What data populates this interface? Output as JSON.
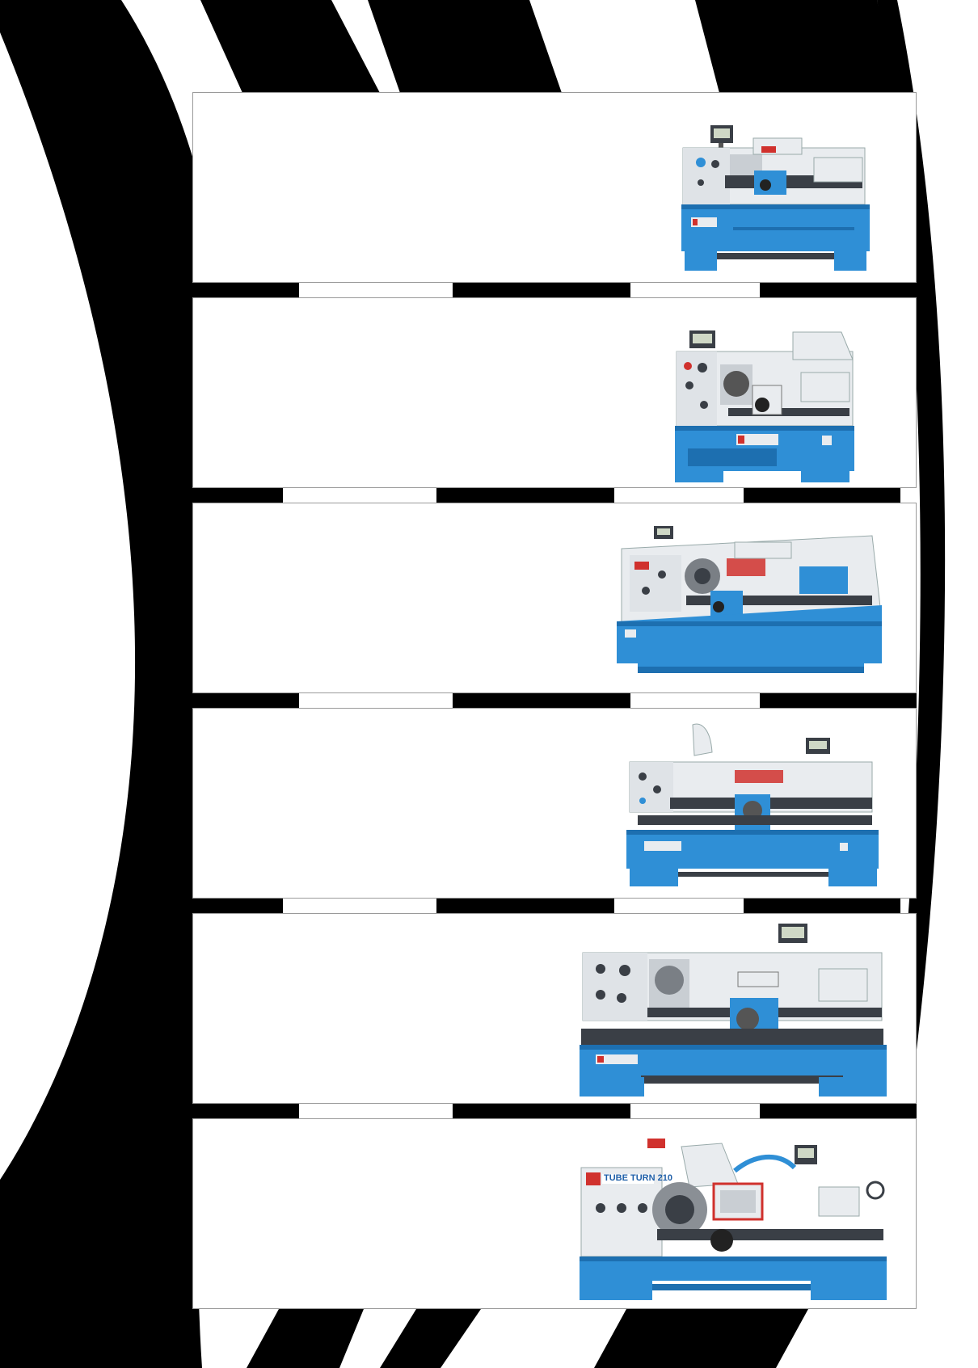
{
  "colors": {
    "stripe": "#000000",
    "background": "#ffffff",
    "panel_border": "#9a9a9a",
    "machine_base": "#2f8fd6",
    "machine_base_dark": "#1d6fb0",
    "machine_body": "#e9ecef",
    "machine_dark": "#3a3f46",
    "accent_red": "#d0312d"
  },
  "panels": [
    {
      "id": 1,
      "machine_icon": "bench-lathe-icon",
      "label": ""
    },
    {
      "id": 2,
      "machine_icon": "precision-lathe-icon",
      "label": ""
    },
    {
      "id": 3,
      "machine_icon": "heavy-lathe-icon",
      "label": ""
    },
    {
      "id": 4,
      "machine_icon": "long-bed-lathe-icon",
      "label": ""
    },
    {
      "id": 5,
      "machine_icon": "large-lathe-icon",
      "label": ""
    },
    {
      "id": 6,
      "machine_icon": "tube-lathe-icon",
      "label": "TUBE TURN 210"
    }
  ]
}
